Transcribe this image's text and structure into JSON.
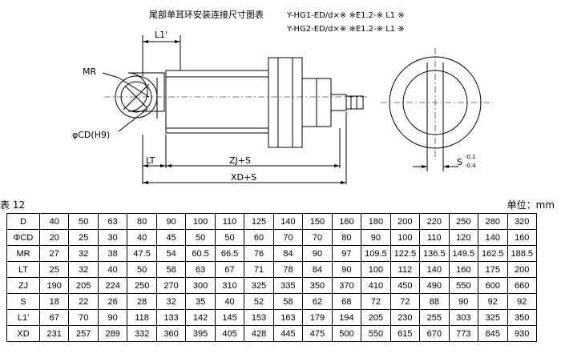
{
  "header": {
    "title": "尾部单耳环安装连接尺寸图表",
    "model_line_1": "Y-HG1-ED/d×※ ※E1.2-※ L1 ※",
    "model_line_2": "Y-HG2-ED/d×※ ※E1.2-※ L1 ※"
  },
  "drawing": {
    "label_l1p": "L1'",
    "label_mr": "MR",
    "label_cd": "φCD(H9)",
    "label_lt": "LT",
    "label_zj": "ZJ+S",
    "label_xd": "XD+S",
    "label_s": "S",
    "label_tol_top": "-0.1",
    "label_tol_bottom": "-0.4"
  },
  "table": {
    "caption": "表 12",
    "unit_label": "单位：mm",
    "rows": [
      {
        "label": "D",
        "values": [
          "40",
          "50",
          "63",
          "80",
          "90",
          "100",
          "110",
          "125",
          "140",
          "150",
          "160",
          "180",
          "200",
          "220",
          "250",
          "280",
          "320"
        ]
      },
      {
        "label": "ΦCD",
        "values": [
          "20",
          "25",
          "30",
          "40",
          "45",
          "50",
          "50",
          "60",
          "70",
          "70",
          "80",
          "90",
          "100",
          "110",
          "120",
          "140",
          "160"
        ]
      },
      {
        "label": "MR",
        "values": [
          "27",
          "32",
          "38",
          "47.5",
          "54",
          "60.5",
          "66.5",
          "76",
          "84",
          "90",
          "97",
          "109.5",
          "122.5",
          "136.5",
          "149.5",
          "162.5",
          "188.5"
        ]
      },
      {
        "label": "LT",
        "values": [
          "25",
          "32",
          "40",
          "50",
          "58",
          "63",
          "67",
          "71",
          "78",
          "84",
          "90",
          "100",
          "112",
          "140",
          "160",
          "175",
          "200"
        ]
      },
      {
        "label": "ZJ",
        "values": [
          "190",
          "205",
          "224",
          "250",
          "270",
          "300",
          "310",
          "325",
          "335",
          "350",
          "370",
          "410",
          "450",
          "490",
          "550",
          "600",
          "660"
        ]
      },
      {
        "label": "S",
        "values": [
          "18",
          "22",
          "26",
          "28",
          "32",
          "35",
          "40",
          "52",
          "58",
          "62",
          "68",
          "72",
          "72",
          "88",
          "90",
          "92",
          "92"
        ]
      },
      {
        "label": "L1'",
        "values": [
          "67",
          "70",
          "90",
          "118",
          "133",
          "142",
          "145",
          "153",
          "163",
          "179",
          "194",
          "205",
          "230",
          "255",
          "303",
          "325",
          "350"
        ]
      },
      {
        "label": "XD",
        "values": [
          "231",
          "257",
          "289",
          "332",
          "360",
          "395",
          "405",
          "428",
          "445",
          "475",
          "500",
          "550",
          "615",
          "670",
          "773",
          "845",
          "930"
        ]
      }
    ]
  }
}
